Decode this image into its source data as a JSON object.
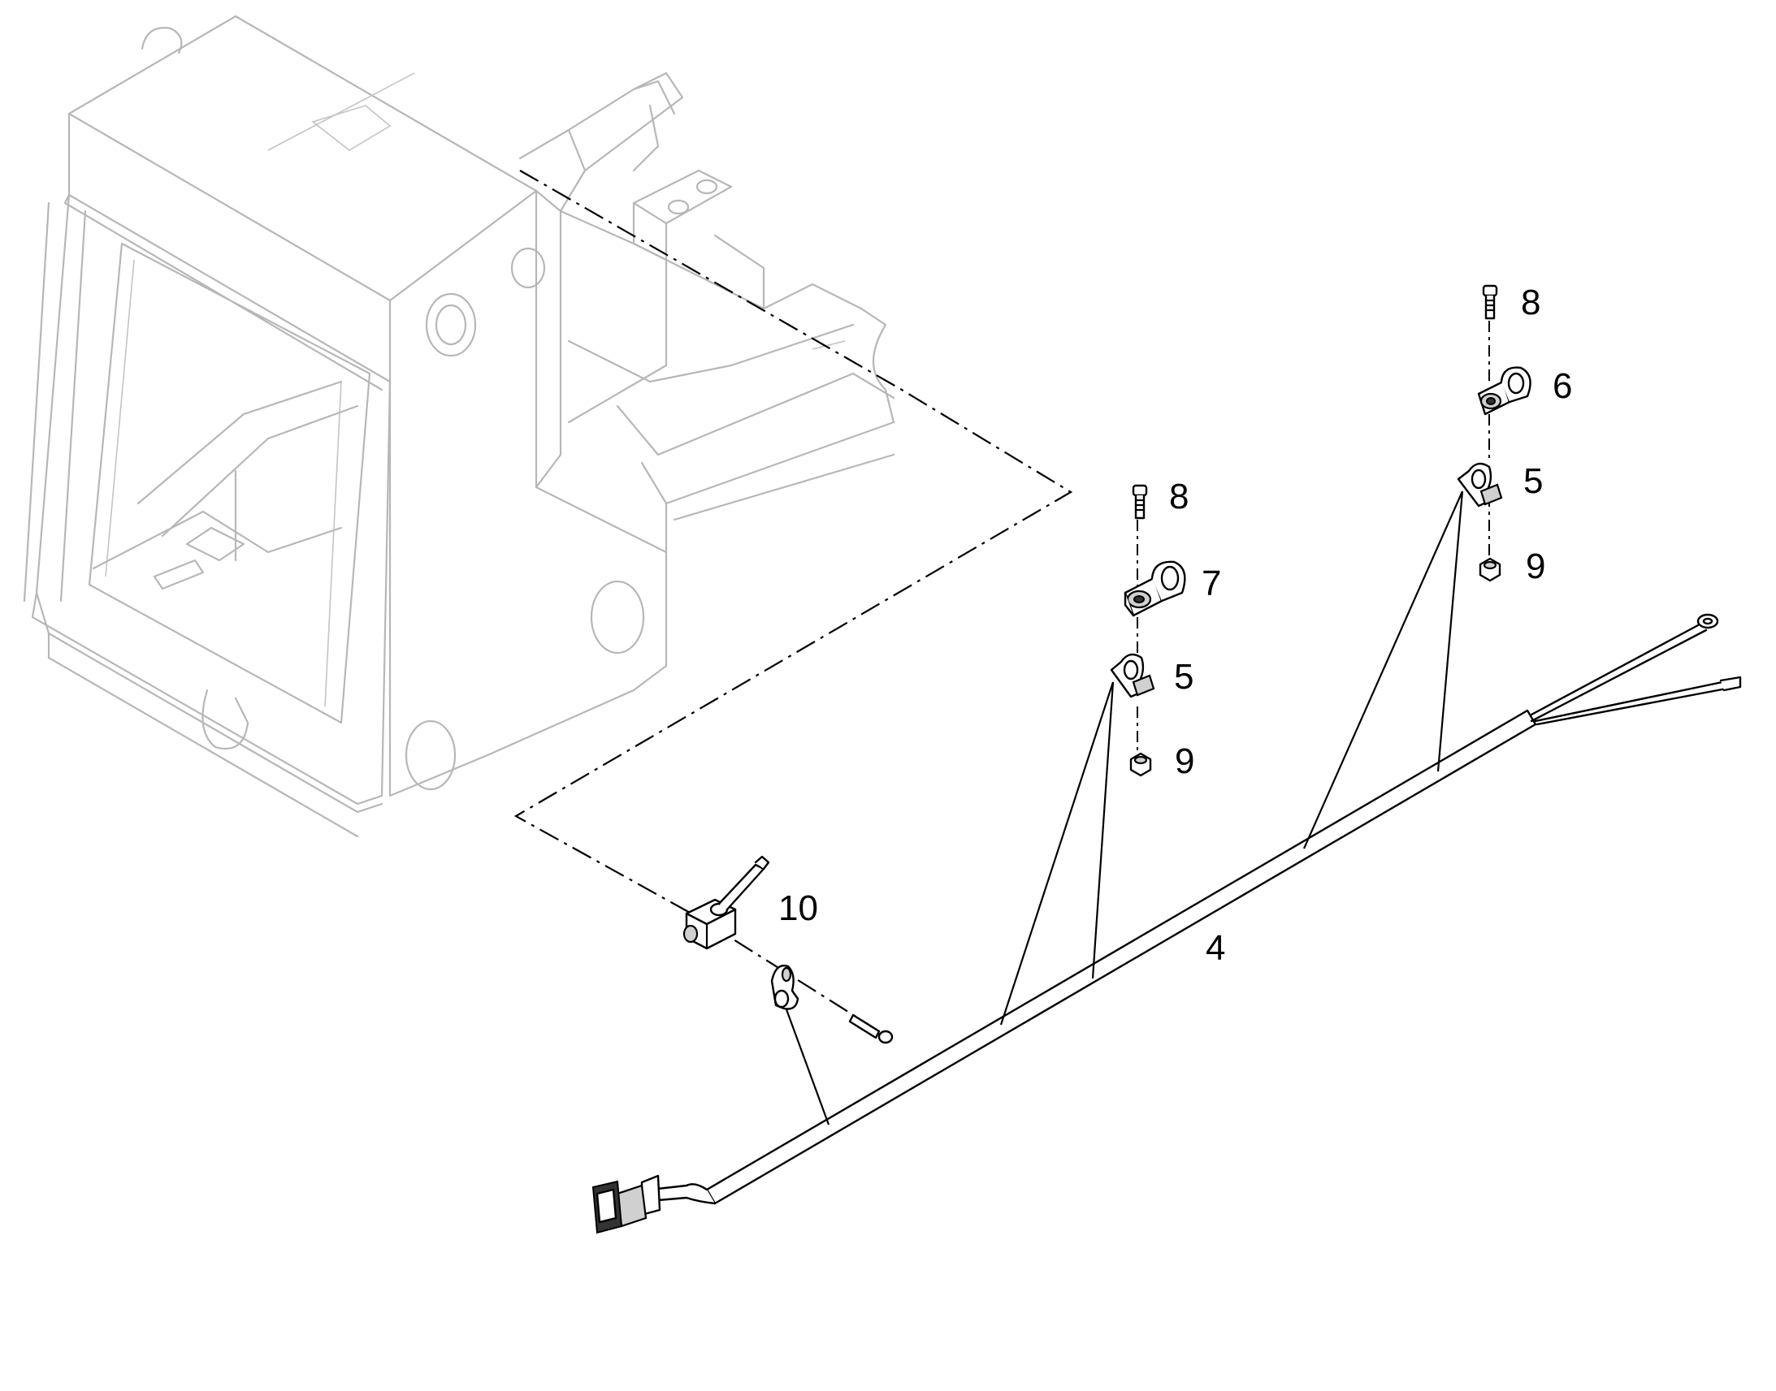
{
  "callouts": {
    "c4": "4",
    "c5a": "5",
    "c5b": "5",
    "c6": "6",
    "c7": "7",
    "c8a": "8",
    "c8b": "8",
    "c9a": "9",
    "c9b": "9",
    "c10": "10"
  },
  "colors": {
    "frame": "#b7b7b7",
    "parts": "#000000",
    "background": "#ffffff"
  }
}
